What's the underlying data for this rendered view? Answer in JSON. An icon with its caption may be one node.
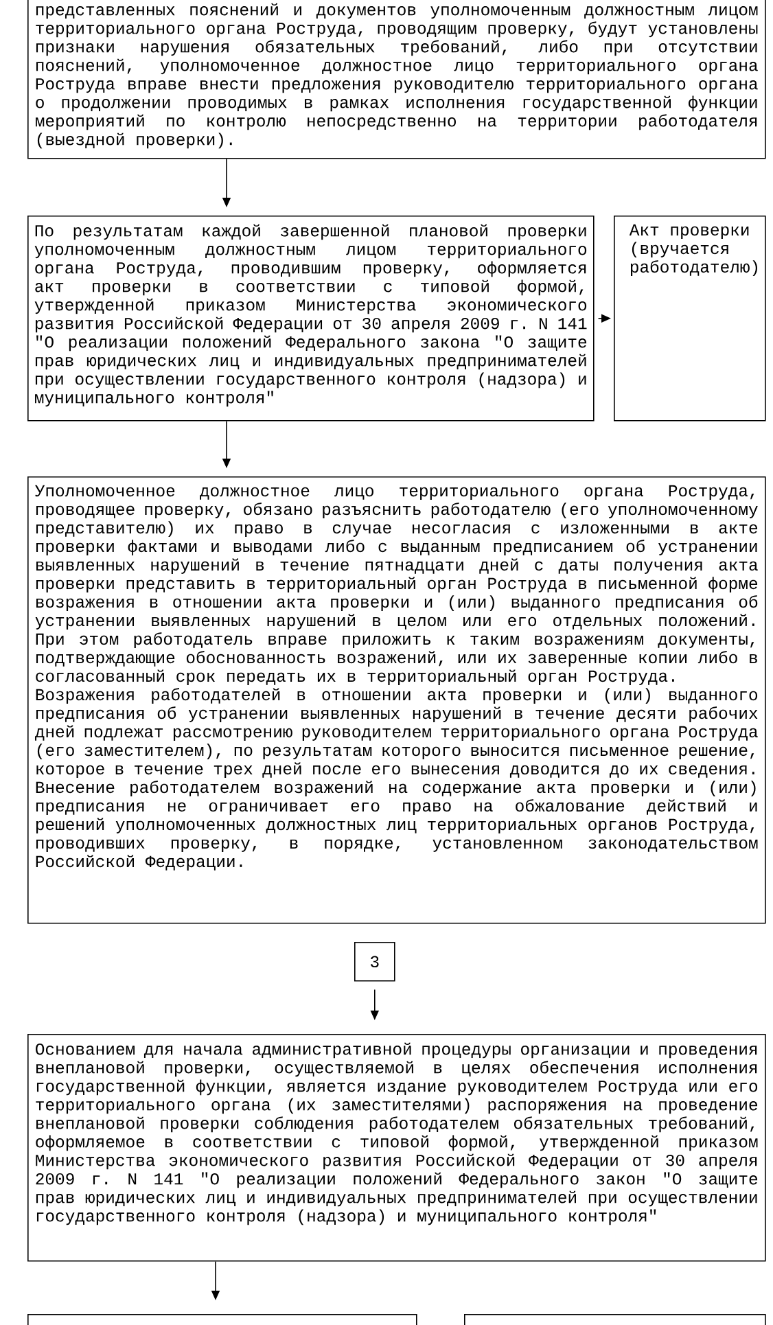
{
  "diagram": {
    "nodes": [
      {
        "text": [
          "представленных пояснений и документов уполномоченным должностным лицом территориального органа Роструда, проводящим проверку, будут установлены признаки нарушения обязательных требований, либо при отсутствии пояснений, уполномоченное должностное лицо территориального органа Роструда вправе внести предложения руководителю территориального органа о продолжении проводимых в рамках исполнения государственной функции мероприятий по контролю непосредственно на территории работодателя (выездной проверки)."
        ]
      },
      {
        "text": [
          "По результатам каждой завершенной плановой проверки уполномоченным должностным лицом территориального органа Роструда, проводившим проверку, оформляется акт проверки в соответствии с типовой формой, утвержденной приказом Министерства экономического развития Российской Федерации от 30 апреля 2009 г. N 141 \"О реализации положений Федерального закона \"О защите прав юридических лиц и индивидуальных предпринимателей при осуществлении государственного контроля (надзора) и муниципального контроля\""
        ]
      },
      {
        "text": [
          "Акт проверки (вручается работодателю)"
        ]
      },
      {
        "text": [
          "Уполномоченное должностное лицо территориального органа Роструда, проводящее проверку, обязано разъяснить работодателю (его уполномоченному представителю) их право в случае несогласия с изложенными в акте проверки фактами и выводами либо с выданным предписанием об устранении выявленных нарушений в течение пятнадцати дней с даты получения акта проверки представить в территориальный орган Роструда в письменной форме возражения в отношении акта проверки и (или) выданного предписания об устранении выявленных нарушений в целом или его отдельных положений. При этом работодатель вправе приложить к таким возражениям документы, подтверждающие обоснованность возражений, или их заверенные копии либо в согласованный срок передать их в территориальный орган Роструда.",
          "Возражения работодателей в отношении акта проверки и (или) выданного предписания об устранении выявленных нарушений в течение десяти рабочих дней подлежат рассмотрению руководителем территориального органа Роструда (его заместителем), по результатам которого выносится письменное решение, которое в течение трех дней после его вынесения доводится до их сведения.",
          "Внесение работодателем возражений на содержание акта проверки и (или) предписания не ограничивает его право на обжалование действий и решений уполномоченных должностных лиц территориальных органов Роструда, проводивших проверку, в порядке, установленном законодательством Российской Федерации."
        ]
      },
      {
        "text": [
          "3"
        ]
      },
      {
        "text": [
          "Основанием для начала административной процедуры организации и проведения внеплановой проверки, осуществляемой в целях обеспечения исполнения государственной функции, является издание руководителем Роструда или его территориального органа (их заместителями) распоряжения на проведение внеплановой проверки соблюдения работодателем обязательных требований, оформляемое в соответствии с типовой формой, утвержденной приказом Министерства экономического развития Российской Федерации от 30 апреля 2009 г. N 141 \"О реализации положений Федерального закон \"О защите прав юридических лиц и индивидуальных предпринимателей при осуществлении государственного контроля (надзора) и муниципального контроля\""
        ]
      },
      {
        "text": [],
        "shape": "box"
      },
      {
        "text": [],
        "shape": "box"
      }
    ],
    "edges": [
      {
        "from": 0,
        "to": 1,
        "arrow": "to"
      },
      {
        "from": 1,
        "to": 2,
        "arrow": "to"
      },
      {
        "from": 1,
        "to": 3,
        "arrow": "to"
      },
      {
        "from": 4,
        "to": 5,
        "arrow": "to"
      },
      {
        "from": 5,
        "to": 6,
        "arrow": "to"
      }
    ]
  }
}
